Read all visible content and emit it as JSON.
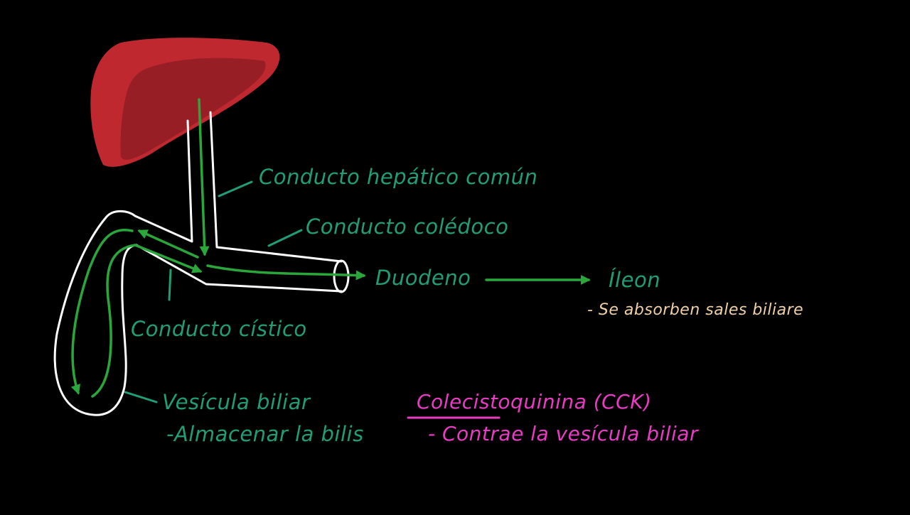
{
  "colors": {
    "background": "#000000",
    "liver": "#c0282f",
    "liver_shadow": "#8e1c22",
    "duct_outline": "#ffffff",
    "bile_flow_arrow": "#2aa73a",
    "label_teal": "#1f9e77",
    "label_tan": "#f1d0a6",
    "label_pink": "#ea3bc4"
  },
  "labels": {
    "common_hepatic_duct": "Conducto hepático común",
    "common_bile_duct": "Conducto colédoco",
    "duodenum": "Duodeno",
    "ileum": "Íleon",
    "ileum_note": "- Se absorben sales biliare",
    "cystic_duct": "Conducto cístico",
    "gallbladder": "Vesícula biliar",
    "gallbladder_note": "-Almacenar la bilis",
    "cck": "Colecistoquinina (CCK)",
    "cck_note": "- Contrae la vesícula biliar"
  }
}
